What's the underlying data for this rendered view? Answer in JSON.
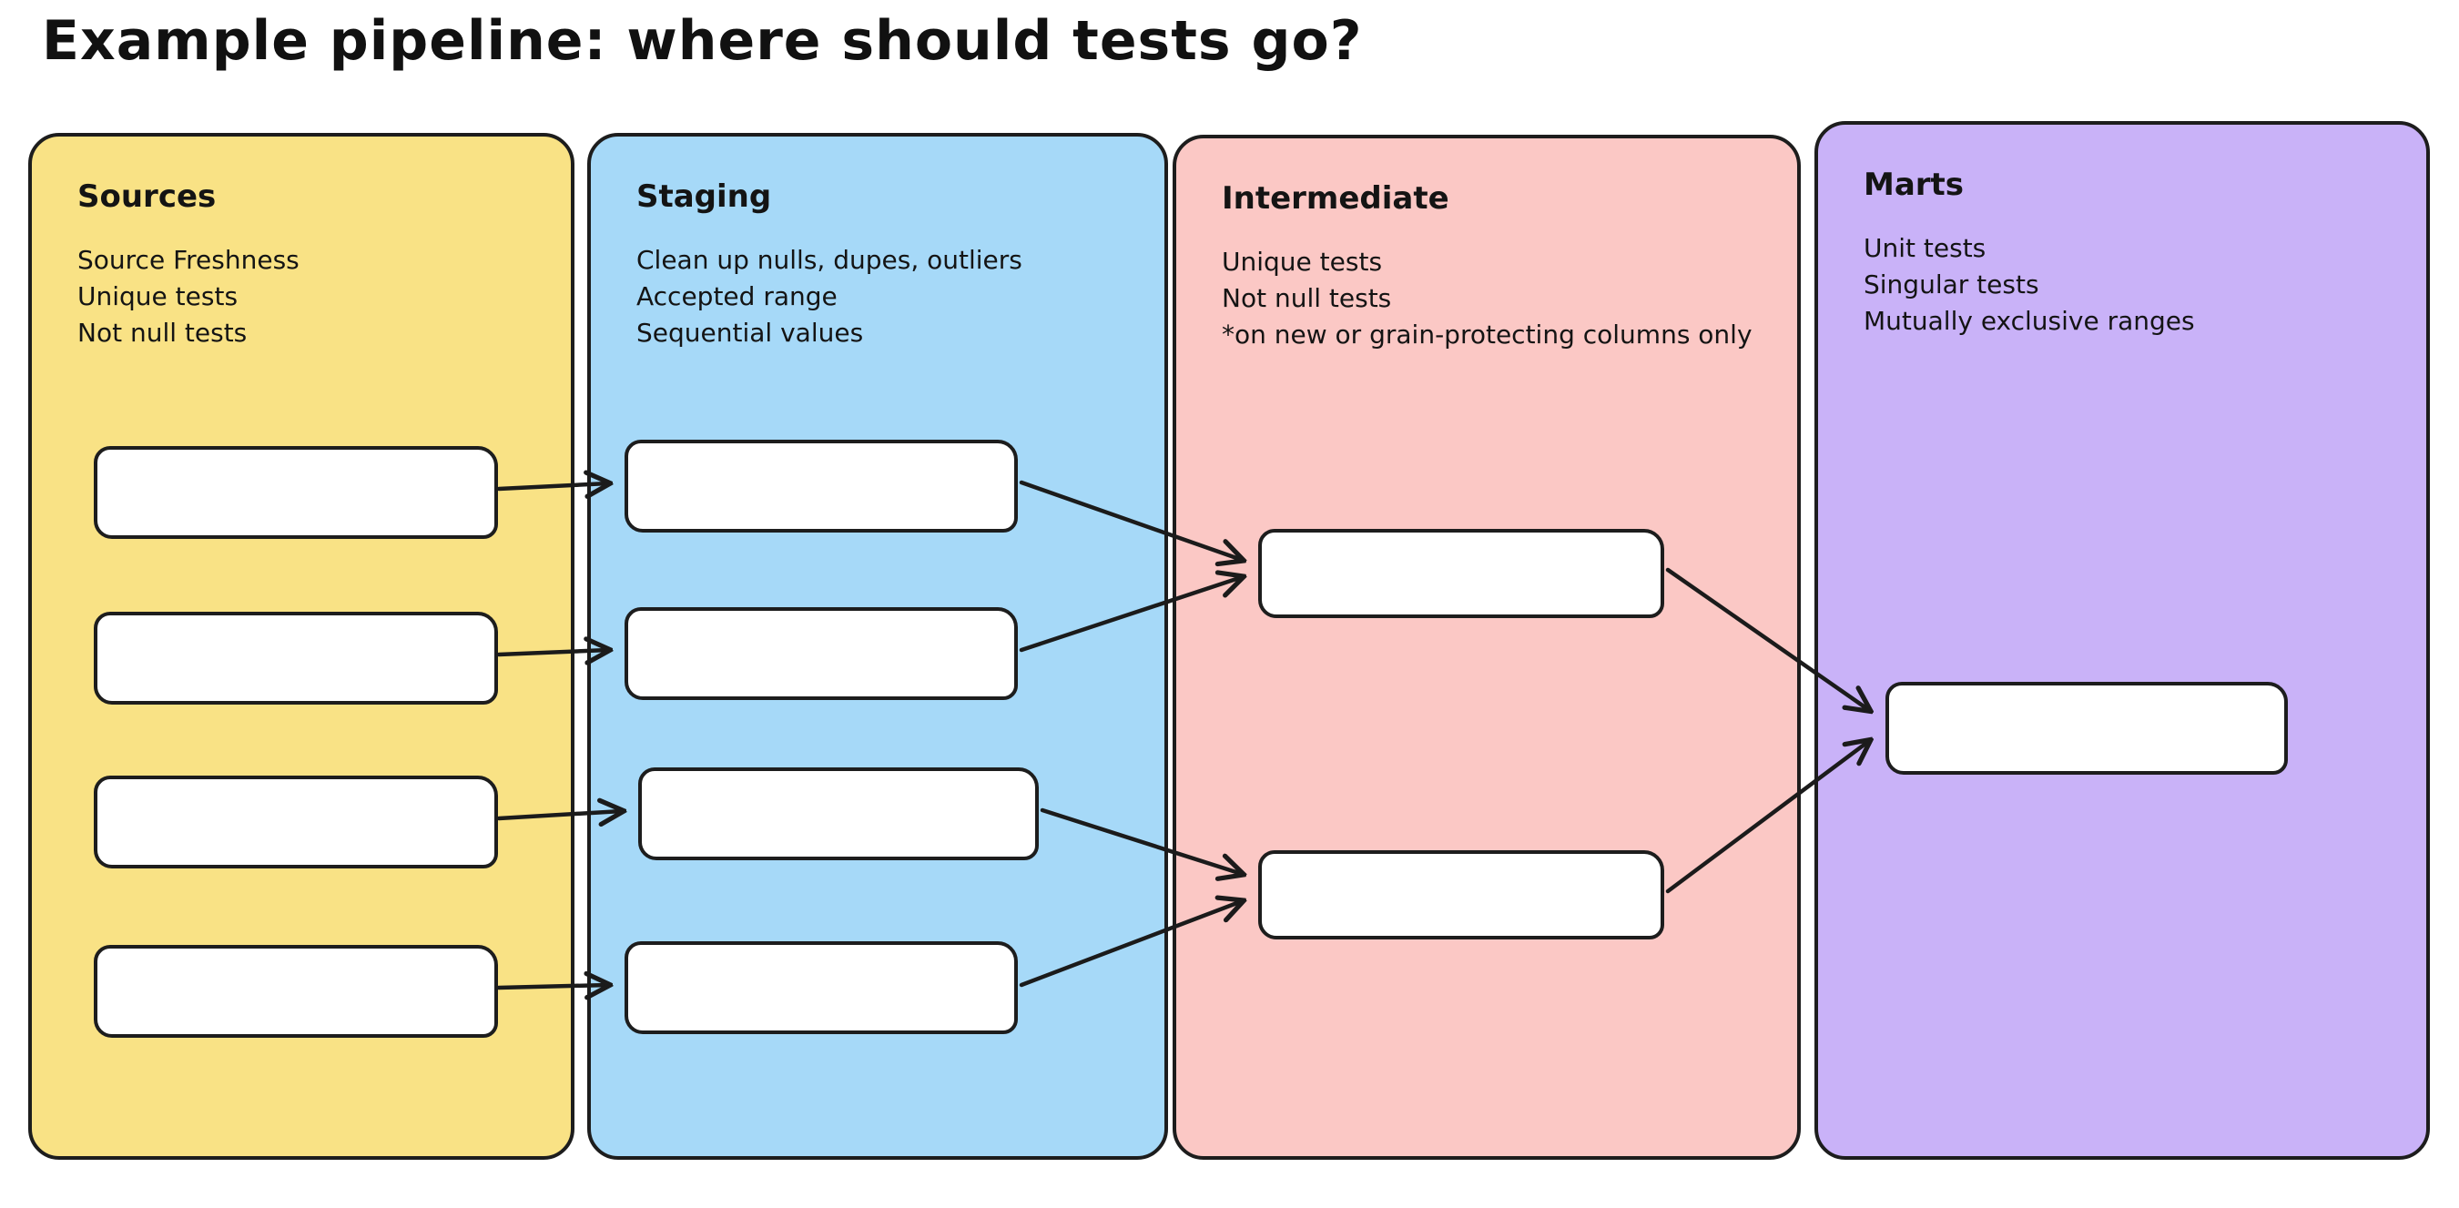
{
  "title": "Example pipeline: where should tests go?",
  "columns": [
    {
      "title": "Sources",
      "color": "#f9e285",
      "notes": [
        "Source Freshness",
        "Unique tests",
        "Not null tests"
      ],
      "node_count": 4
    },
    {
      "title": "Staging",
      "color": "#a6d9f8",
      "notes": [
        "Clean up nulls, dupes, outliers",
        "Accepted range",
        "Sequential values"
      ],
      "node_count": 4
    },
    {
      "title": "Intermediate",
      "color": "#fbc8c5",
      "notes": [
        "Unique tests",
        "Not null tests",
        "*on new or grain-protecting columns only"
      ],
      "node_count": 2
    },
    {
      "title": "Marts",
      "color": "#c9b2f8",
      "notes": [
        "Unit tests",
        "Singular tests",
        "Mutually exclusive ranges"
      ],
      "node_count": 1
    }
  ],
  "edges": [
    {
      "from": "sources-node-1",
      "to": "staging-node-1"
    },
    {
      "from": "sources-node-2",
      "to": "staging-node-2"
    },
    {
      "from": "sources-node-3",
      "to": "staging-node-3"
    },
    {
      "from": "sources-node-4",
      "to": "staging-node-4"
    },
    {
      "from": "staging-node-1",
      "to": "intermediate-node-1"
    },
    {
      "from": "staging-node-2",
      "to": "intermediate-node-1"
    },
    {
      "from": "staging-node-3",
      "to": "intermediate-node-2"
    },
    {
      "from": "staging-node-4",
      "to": "intermediate-node-2"
    },
    {
      "from": "intermediate-node-1",
      "to": "marts-node-1"
    },
    {
      "from": "intermediate-node-2",
      "to": "marts-node-1"
    }
  ],
  "ink_color": "#1b1b1b",
  "background_color": "#ffffff"
}
